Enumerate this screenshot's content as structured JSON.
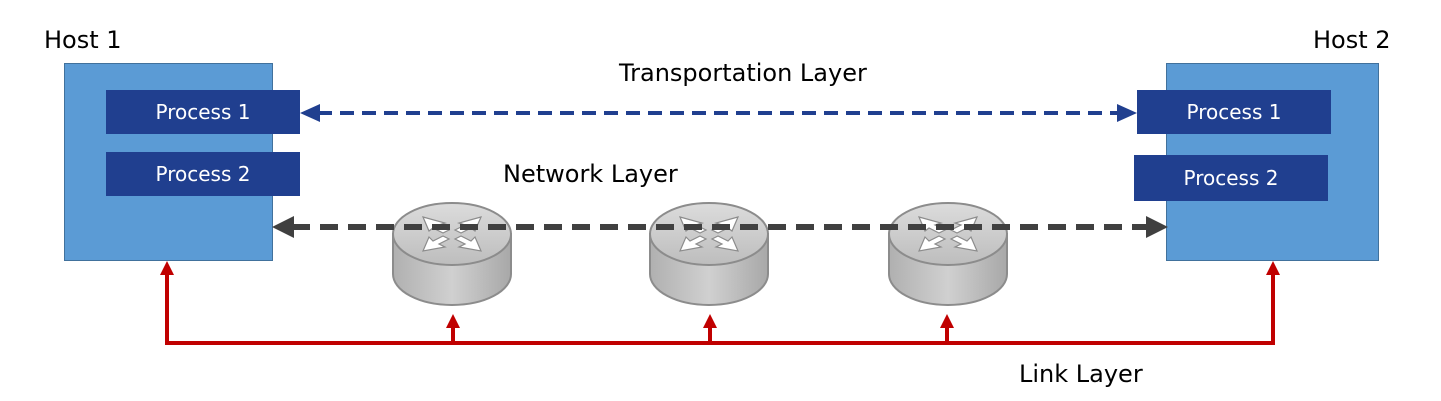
{
  "hosts": [
    {
      "name": "Host 1",
      "processes": [
        "Process 1",
        "Process 2"
      ]
    },
    {
      "name": "Host 2",
      "processes": [
        "Process 1",
        "Process 2"
      ]
    }
  ],
  "layers": {
    "transport": "Transportation Layer",
    "network": "Network Layer",
    "link": "Link Layer"
  },
  "routers": [
    {
      "icon": "router-icon"
    },
    {
      "icon": "router-icon"
    },
    {
      "icon": "router-icon"
    }
  ],
  "colors": {
    "host_fill": "#5b9bd5",
    "process_fill": "#203f8f",
    "transport_arrow": "#203f8f",
    "network_arrow": "#404040",
    "link_line": "#c00000",
    "router_fill": "#bfbfbf"
  }
}
